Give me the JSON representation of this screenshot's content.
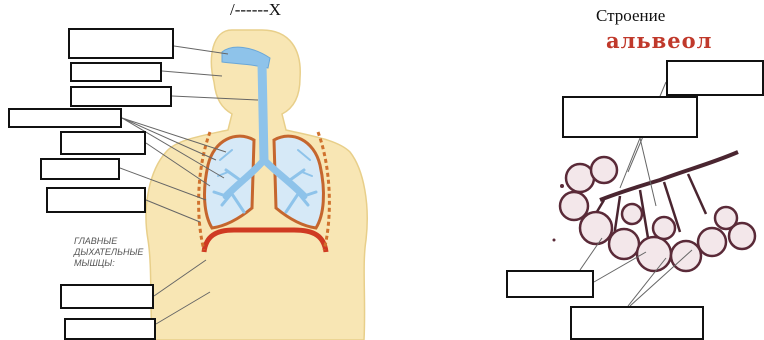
{
  "header_left": "/------X",
  "header_right": "Строение",
  "header_right_red": "альвеол",
  "muscles_label": [
    "ГЛАВНЫЕ",
    "ДЫХАТЕЛЬНЫЕ",
    "МЫШЦЫ:"
  ],
  "colors": {
    "skin": "#f8e6b4",
    "airway": "#8ec3ea",
    "lung": "#d6e9f7",
    "diaphragm": "#cf3a22",
    "accent_red": "#c0392b"
  }
}
